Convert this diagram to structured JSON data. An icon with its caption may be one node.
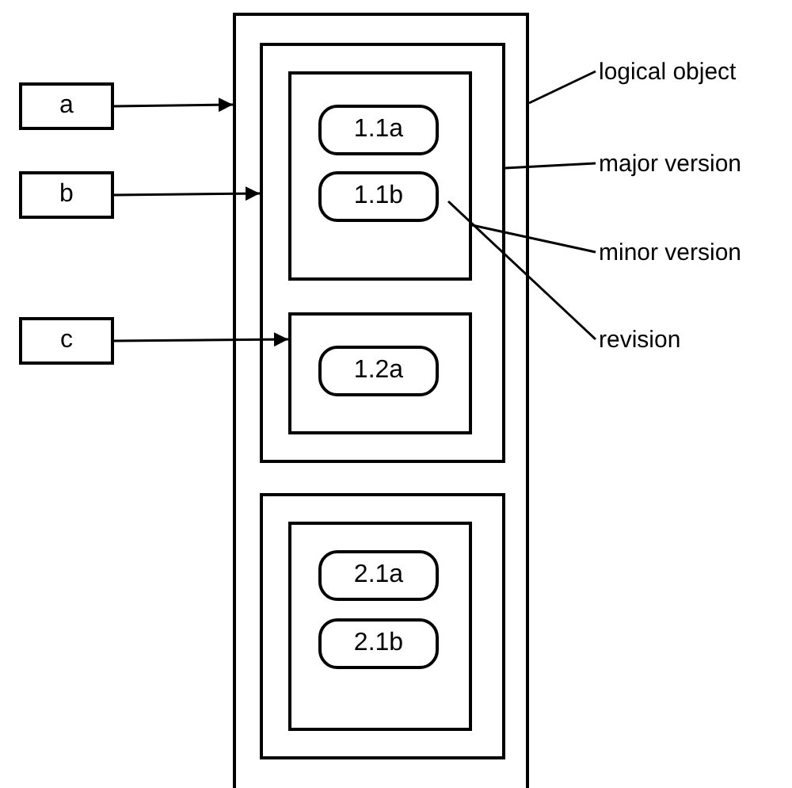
{
  "diagram": {
    "nodes": [
      {
        "text": [],
        "shape": "box"
      },
      {
        "text": [],
        "shape": "box",
        "in": 0
      },
      {
        "text": [],
        "shape": "box",
        "in": 1
      },
      {
        "text": [
          "1.1a"
        ],
        "in": 2
      },
      {
        "text": [
          "1.1b"
        ],
        "in": 2
      },
      {
        "text": [],
        "shape": "box",
        "in": 1
      },
      {
        "text": [
          "1.2a"
        ],
        "in": 5
      },
      {
        "text": [],
        "shape": "box",
        "in": 0
      },
      {
        "text": [],
        "shape": "box",
        "in": 7
      },
      {
        "text": [
          "2.1a"
        ],
        "in": 8
      },
      {
        "text": [
          "2.1b"
        ],
        "in": 8
      },
      {
        "text": [
          "a"
        ]
      },
      {
        "text": [
          "b"
        ]
      },
      {
        "text": [
          "c"
        ]
      },
      {
        "text": [
          "logical object"
        ]
      },
      {
        "text": [
          "major version"
        ]
      },
      {
        "text": [
          "minor version"
        ]
      },
      {
        "text": [
          "revision"
        ]
      }
    ],
    "edges": [
      {
        "from": 11,
        "to": 0,
        "arrow": "to"
      },
      {
        "from": 12,
        "to": 1,
        "arrow": "to"
      },
      {
        "from": 13,
        "to": 5,
        "arrow": "to"
      },
      {
        "from": 14,
        "to": 0,
        "arrow": "none"
      },
      {
        "from": 15,
        "to": 1,
        "arrow": "none"
      },
      {
        "from": 16,
        "to": 2,
        "arrow": "none"
      },
      {
        "from": 17,
        "to": 4,
        "arrow": "none"
      }
    ]
  }
}
